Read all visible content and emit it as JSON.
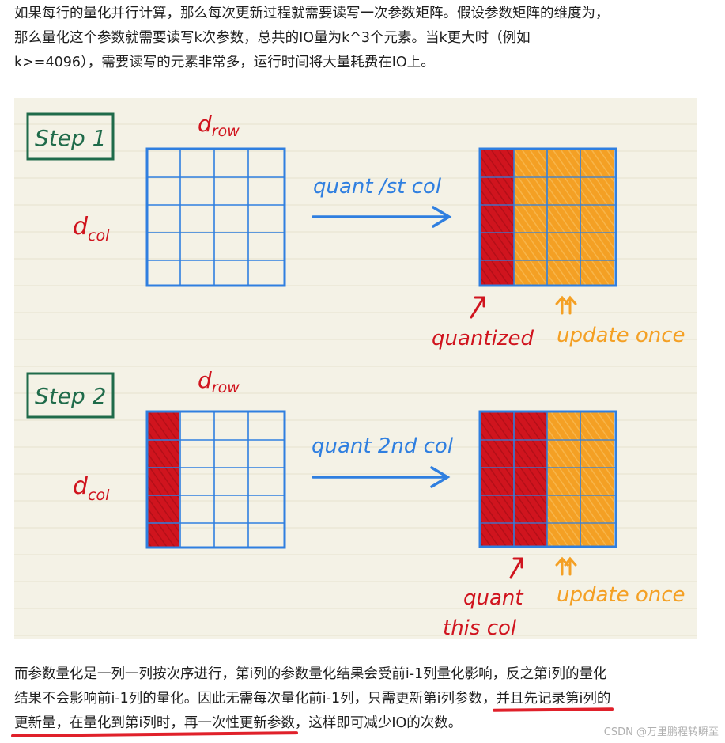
{
  "text": {
    "para1_lines": [
      "如果每行的量化并行计算，那么每次更新过程就需要读写一次参数矩阵。假设参数矩阵的维度为，",
      "那么量化这个参数就需要读写k次参数，总共的IO量为k^3个元素。当k更大时（例如",
      "k>=4096），需要读写的元素非常多，运行时间将大量耗费在IO上。"
    ],
    "para2_line1": "而参数量化是一列一列按次序进行，第i列的参数量化结果会受前i-1列量化影响，反之第i列的量化",
    "para2_line2_plain": "结果不会影响前i-1列的量化。因此无需每次量化前i-1列，只需更新第i列参数，",
    "para2_line2_under": "并且先记录第i列的",
    "para2_line3_under": "更新量，在量化到第i列时，再一次性更新参数",
    "para2_line3_plain": "，这样即可减少IO的次数。"
  },
  "figure": {
    "step1": {
      "label": "Step 1",
      "drow": "d",
      "drow_sub": "row",
      "dcol": "d",
      "dcol_sub": "col",
      "arrow_label": "quant /st col",
      "note_red": "quantized",
      "note_orange": "update once"
    },
    "step2": {
      "label": "Step 2",
      "drow": "d",
      "drow_sub": "row",
      "dcol": "d",
      "dcol_sub": "col",
      "arrow_label": "quant 2nd col",
      "note_red_line1": "quant",
      "note_red_line2": "this col",
      "note_orange": "update once"
    },
    "colors": {
      "background": "#f4f2e6",
      "grid_blue": "#2f7fe0",
      "step_green": "#1f6b4a",
      "red": "#d0141e",
      "orange": "#f4a024"
    }
  },
  "watermark": "CSDN @万里鹏程转瞬至"
}
